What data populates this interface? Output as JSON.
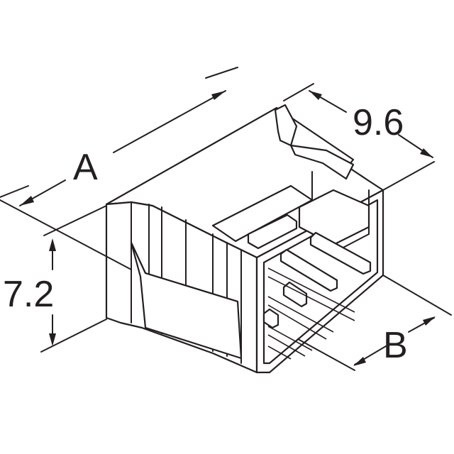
{
  "dimensions": {
    "length_label": "A",
    "width_label": "9.6",
    "height_label": "7.2",
    "depth_label": "B"
  },
  "colors": {
    "ink": "#231f20",
    "background": "#ffffff"
  }
}
